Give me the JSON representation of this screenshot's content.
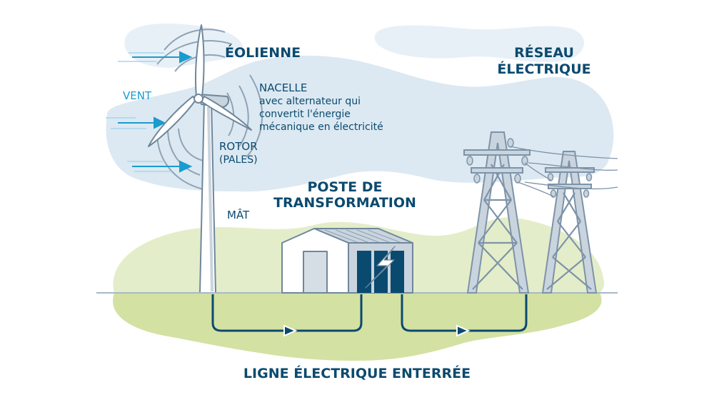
{
  "title_turbine": "ÉOLIENNE",
  "label_wind": "VENT",
  "nacelle": {
    "title": "NACELLE",
    "description": [
      "avec alternateur qui",
      "convertit l'énergie",
      "mécanique en électricité"
    ]
  },
  "rotor": {
    "title": "ROTOR",
    "subtitle": "(PALES)"
  },
  "mast": "MÂT",
  "substation": [
    "POSTE DE",
    "TRANSFORMATION"
  ],
  "grid": [
    "RÉSEAU",
    "ÉLECTRIQUE"
  ],
  "underground_line": "LIGNE ÉLECTRIQUE ENTERRÉE",
  "colors": {
    "navy": "#0b4a6f",
    "wind_blue": "#1a9bd0",
    "cloud": "#dce9f2",
    "grass_light": "#e4edc9",
    "grass": "#d3e1a3",
    "steel": "#c9d4de"
  }
}
